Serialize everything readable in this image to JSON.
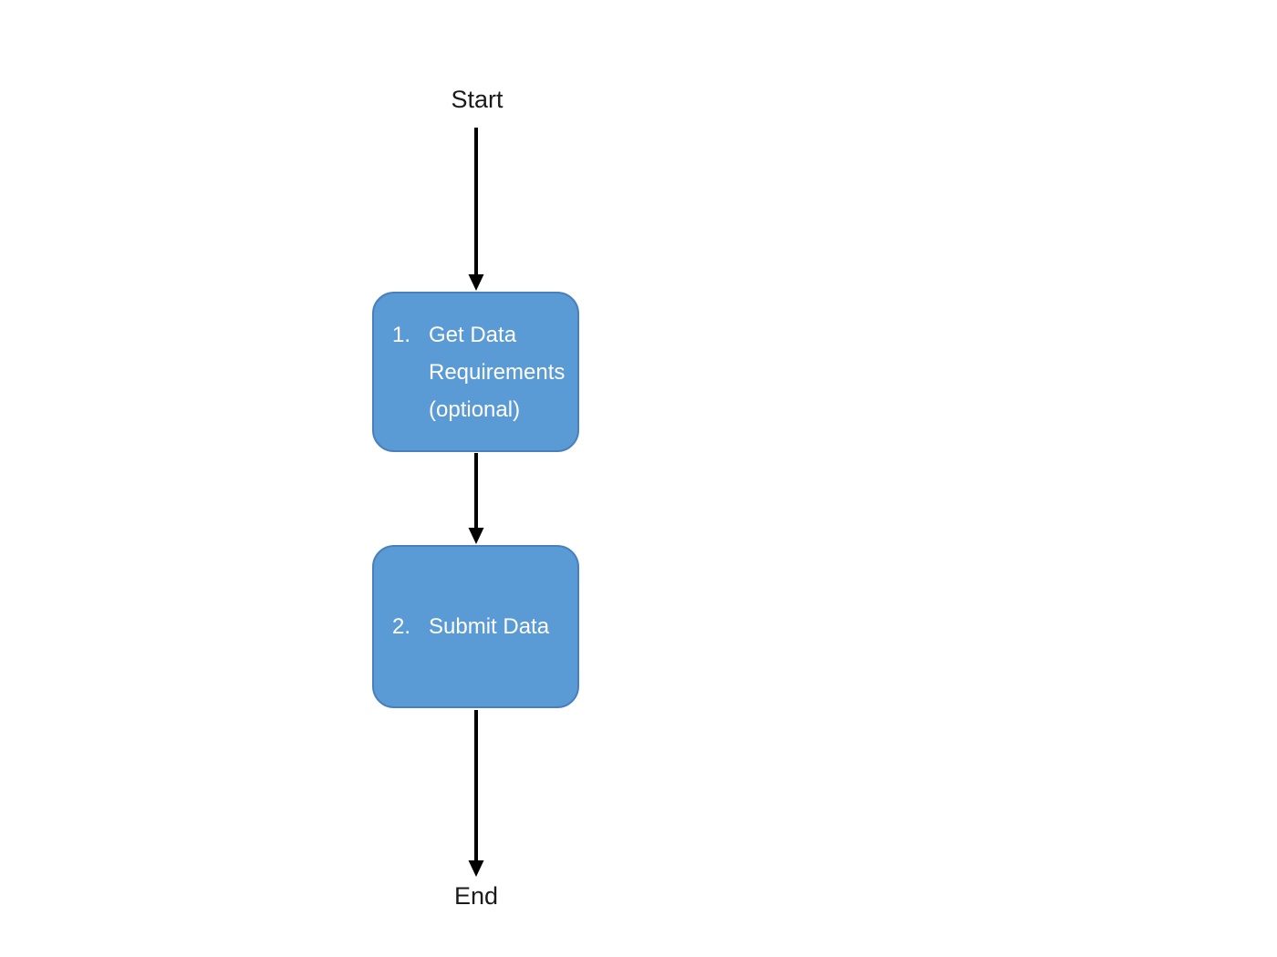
{
  "diagram": {
    "start_label": "Start",
    "end_label": "End",
    "steps": [
      {
        "number": "1.",
        "lines": [
          "Get Data",
          "Requirements",
          "(optional)"
        ]
      },
      {
        "number": "2.",
        "lines": [
          "Submit Data"
        ]
      }
    ],
    "colors": {
      "box_fill": "#5B9BD5",
      "box_border": "#4A7FBE",
      "arrow": "#000000",
      "text_on_box": "#FFFFFF",
      "label_text": "#1A1A1A"
    }
  }
}
